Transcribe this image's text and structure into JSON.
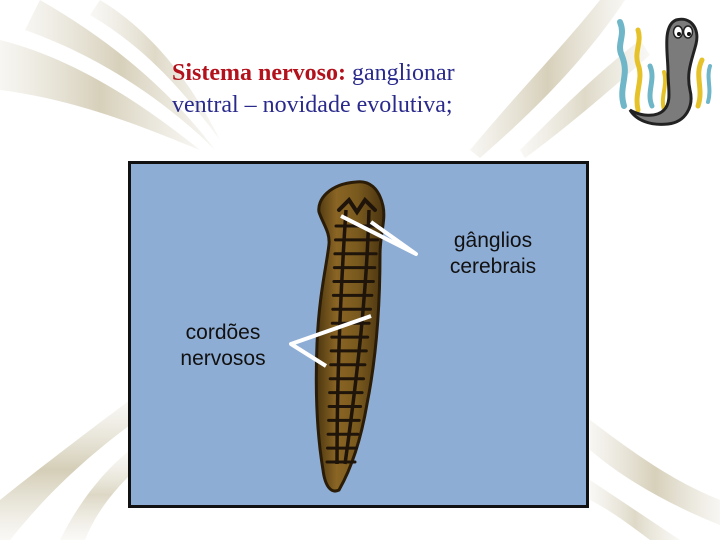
{
  "title": {
    "strong": "Sistema nervoso:",
    "line1_rest": " ganglionar",
    "line2": "ventral – novidade evolutiva;"
  },
  "labels": {
    "ganglios_line1": "gânglios",
    "ganglios_line2": "cerebrais",
    "cordoes_line1": "cordões",
    "cordoes_line2": "nervosos"
  },
  "colors": {
    "title_strong": "#b3121d",
    "title_text": "#2a2a8c",
    "panel_background": "#8eadd5",
    "worm_body": "#7a5a1e",
    "nerve_cord": "#1f140a"
  }
}
